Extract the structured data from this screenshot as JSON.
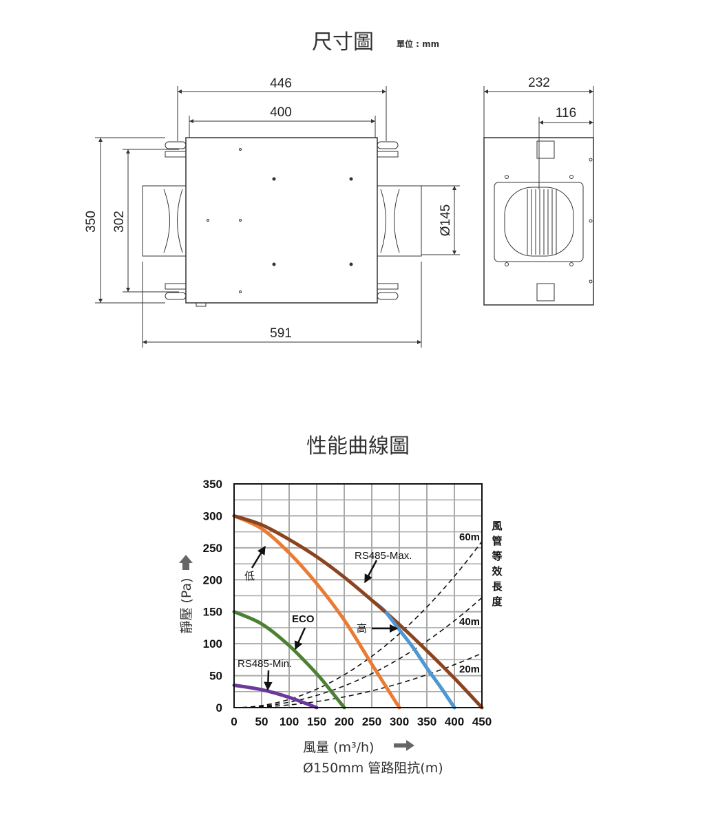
{
  "drawing": {
    "title": "尺寸圖",
    "unit": "單位 : mm",
    "dimensions": {
      "width_outer": "446",
      "width_inner": "400",
      "side_width": "232",
      "side_half": "116",
      "height_outer": "350",
      "height_inner": "302",
      "duct_diameter": "Ø145",
      "total_length": "591"
    }
  },
  "chart_data": {
    "type": "line",
    "title": "性能曲線圖",
    "ylabel": "靜壓 (Pa)",
    "xlabel": "風量 (m³/h)",
    "xlabel2": "Ø150mm 管路阻抗(m)",
    "right_label": "風管等效長度",
    "xlim": [
      0,
      450
    ],
    "ylim": [
      0,
      350
    ],
    "xticks": [
      "0",
      "50",
      "100",
      "150",
      "200",
      "250",
      "300",
      "350",
      "400",
      "450"
    ],
    "yticks": [
      "0",
      "50",
      "100",
      "150",
      "200",
      "250",
      "300",
      "350"
    ],
    "grid": true,
    "series": [
      {
        "name": "RS485-Max.",
        "color": "#8b4420",
        "points": [
          [
            0,
            300
          ],
          [
            50,
            286
          ],
          [
            100,
            263
          ],
          [
            150,
            236
          ],
          [
            200,
            204
          ],
          [
            250,
            168
          ],
          [
            300,
            130
          ],
          [
            350,
            89
          ],
          [
            400,
            46
          ],
          [
            450,
            0
          ]
        ]
      },
      {
        "name": "高",
        "color": "#4f97d3",
        "points": [
          [
            250,
            168
          ],
          [
            275,
            150
          ],
          [
            300,
            122
          ],
          [
            325,
            94
          ],
          [
            350,
            62
          ],
          [
            375,
            32
          ],
          [
            400,
            0
          ]
        ]
      },
      {
        "name": "低",
        "color": "#ea7b34",
        "points": [
          [
            0,
            300
          ],
          [
            50,
            280
          ],
          [
            100,
            242
          ],
          [
            150,
            194
          ],
          [
            200,
            137
          ],
          [
            250,
            68
          ],
          [
            300,
            0
          ]
        ]
      },
      {
        "name": "ECO",
        "color": "#4c8133",
        "points": [
          [
            0,
            150
          ],
          [
            50,
            131
          ],
          [
            100,
            97
          ],
          [
            150,
            53
          ],
          [
            175,
            27
          ],
          [
            200,
            0
          ]
        ]
      },
      {
        "name": "RS485-Min.",
        "color": "#6a3a9a",
        "points": [
          [
            0,
            35
          ],
          [
            50,
            28
          ],
          [
            100,
            16
          ],
          [
            150,
            0
          ]
        ]
      }
    ],
    "system_curves": [
      {
        "name": "60m",
        "pressure_at_450": 260
      },
      {
        "name": "40m",
        "pressure_at_450": 172
      },
      {
        "name": "20m",
        "pressure_at_450": 85
      }
    ]
  }
}
